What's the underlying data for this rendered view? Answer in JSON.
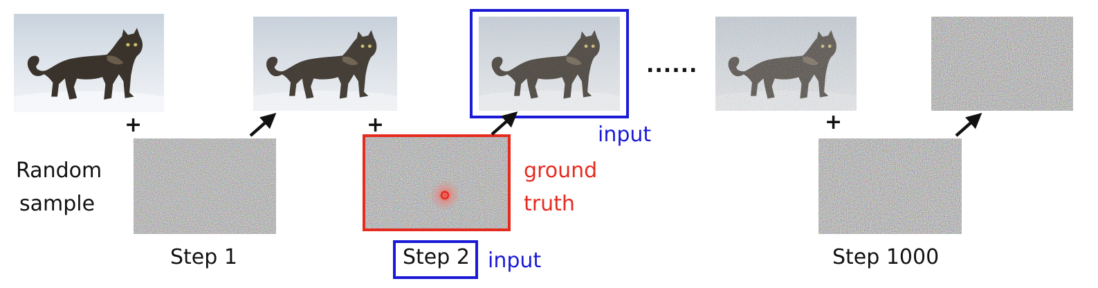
{
  "labels": {
    "random_sample_line1": "Random",
    "random_sample_line2": "sample",
    "step1": "Step 1",
    "step2": "Step 2",
    "step1000": "Step 1000",
    "ellipsis": "......",
    "input_top": "input",
    "input_bottom": "input",
    "ground_truth_line1": "ground",
    "ground_truth_line2": "truth",
    "plus": "+"
  },
  "colors": {
    "highlight_blue": "#1a1ad6",
    "highlight_red": "#e52a1e",
    "text": "#111111"
  },
  "images": {
    "original_cat": "clean cat photo",
    "noisy_cat_step1": "slightly noisy cat",
    "noisy_cat_step2": "noisier cat",
    "noisy_cat_late": "heavily noisy cat",
    "pure_noise_final": "pure noise",
    "noise_samples": [
      "noise step 1",
      "noise step 2",
      "noise step 1000"
    ]
  }
}
